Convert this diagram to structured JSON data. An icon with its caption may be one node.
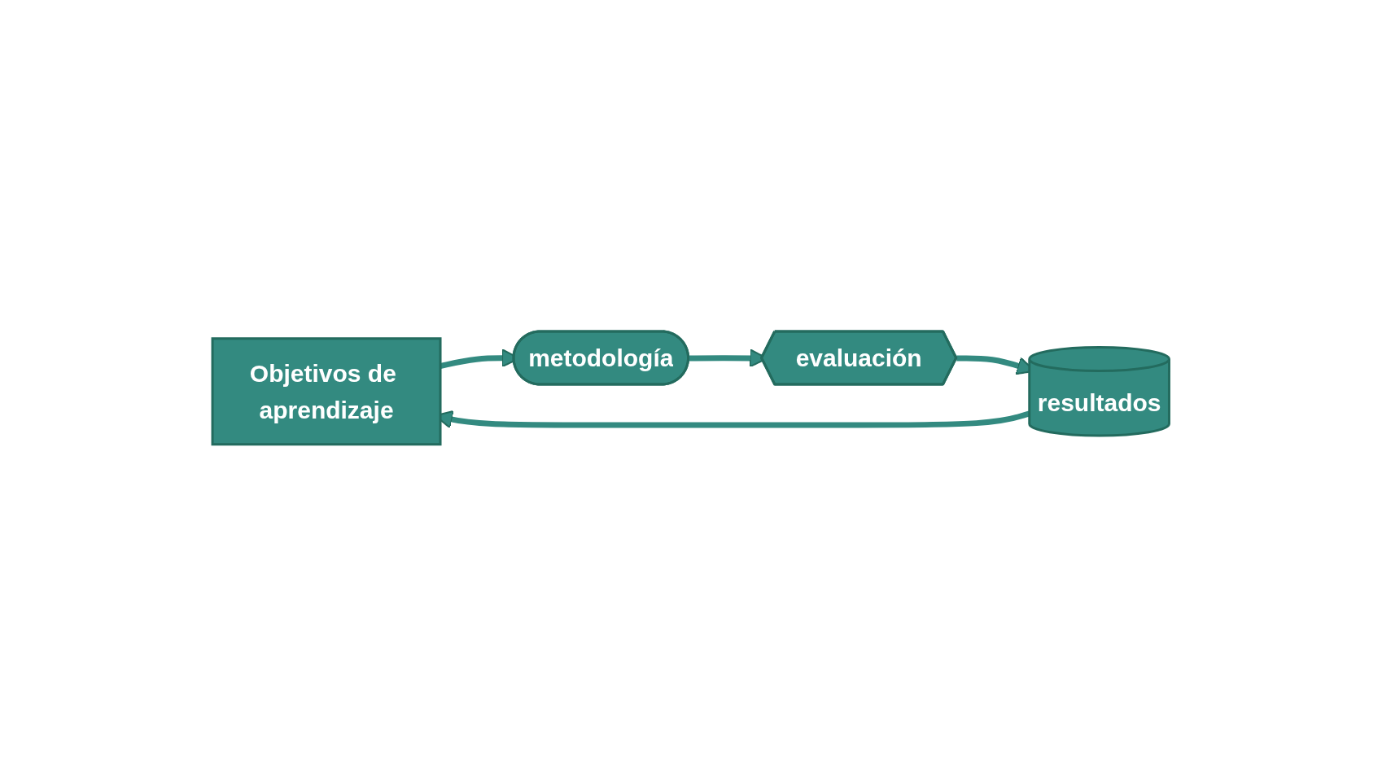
{
  "diagram": {
    "nodes": [
      {
        "text": [
          "Objetivos de aprendizaje"
        ]
      },
      {
        "text": [
          "metodología"
        ]
      },
      {
        "text": [
          "evaluación"
        ]
      },
      {
        "text": [
          "resultados"
        ]
      }
    ],
    "edges": [
      {
        "from": 0,
        "to": 1,
        "arrow": "to"
      },
      {
        "from": 1,
        "to": 2,
        "arrow": "to"
      },
      {
        "from": 2,
        "to": 3,
        "arrow": "to"
      },
      {
        "from": 3,
        "to": 0,
        "arrow": "to"
      }
    ]
  }
}
